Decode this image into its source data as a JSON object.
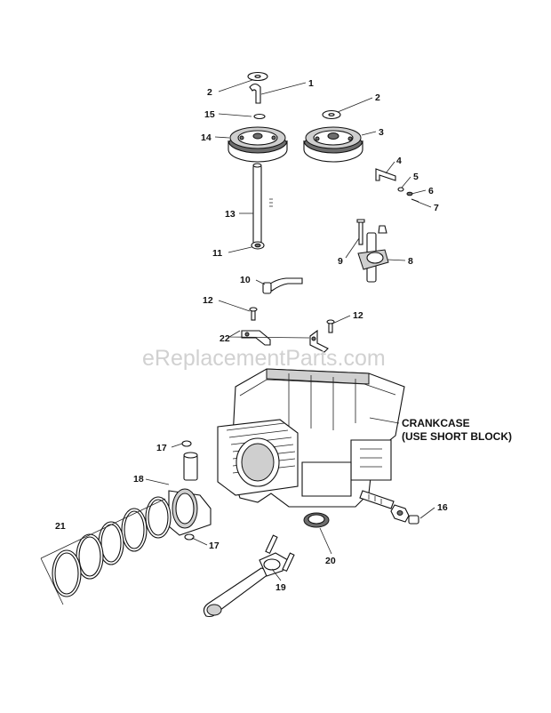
{
  "watermark": "eReplacementParts.com",
  "crankcase_label": {
    "line1": "CRANKCASE",
    "line2": "(USE SHORT BLOCK)"
  },
  "callouts": {
    "c1": "1",
    "c2a": "2",
    "c2b": "2",
    "c3": "3",
    "c4": "4",
    "c5": "5",
    "c6": "6",
    "c7": "7",
    "c8": "8",
    "c9": "9",
    "c10": "10",
    "c11": "11",
    "c12a": "12",
    "c12b": "12",
    "c13": "13",
    "c14": "14",
    "c15": "15",
    "c16": "16",
    "c17a": "17",
    "c17b": "17",
    "c18": "18",
    "c19": "19",
    "c20": "20",
    "c21": "21",
    "c22": "22"
  }
}
